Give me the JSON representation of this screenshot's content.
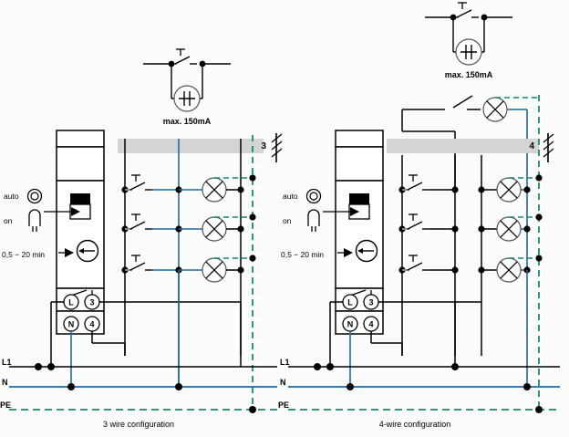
{
  "figure": {
    "title_hidden": "",
    "background": "#fcfcfc",
    "colors": {
      "line_black": "#000000",
      "wire_neutral_blue": "#1b6aa5",
      "wire_pe_green": "#0f8f62",
      "band_gray": "#d4d4d4",
      "switch_gray": "#9a9a9a"
    }
  },
  "left_diagram": {
    "caption": "3 wire configuration",
    "band_number": "3",
    "glow_lamp_note": "max. 150mA",
    "module": {
      "label_auto": "auto",
      "label_on": "on",
      "label_time_range": "0,5 − 20 min",
      "terminals": [
        "L",
        "3",
        "N",
        "4"
      ]
    },
    "bus_labels": [
      "L1",
      "N",
      "PE"
    ],
    "lamp_count": 3,
    "button_count": 3
  },
  "right_diagram": {
    "caption": "4-wire configuration",
    "band_number": "4",
    "glow_lamp_note": "max. 150mA",
    "module": {
      "label_auto": "auto",
      "label_on": "on",
      "label_time_range": "0,5 − 20 min",
      "terminals": [
        "L",
        "3",
        "N",
        "4"
      ]
    },
    "bus_labels": [
      "L1",
      "N",
      "PE"
    ],
    "lamp_count": 4,
    "button_count": 3
  }
}
